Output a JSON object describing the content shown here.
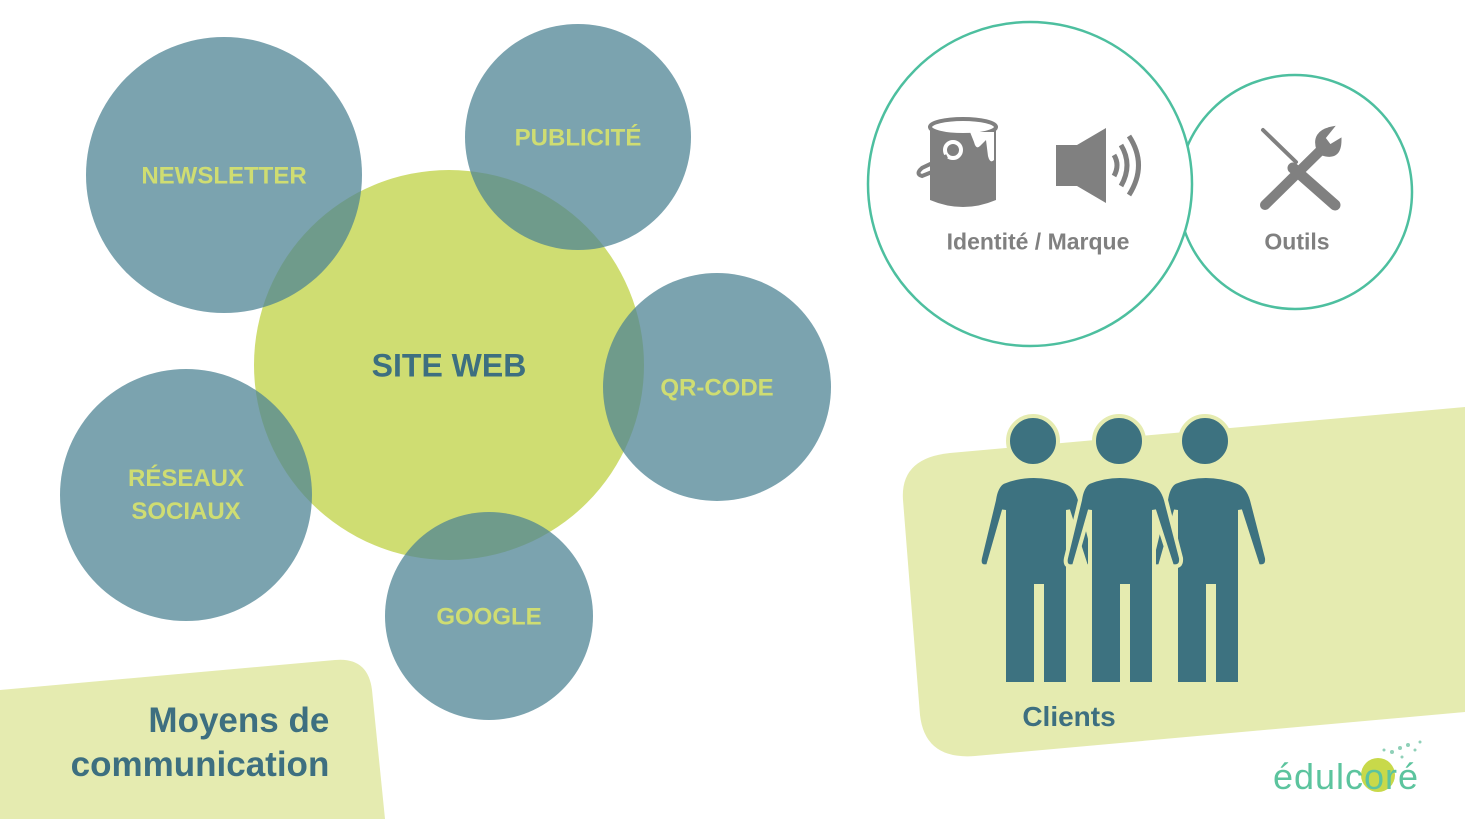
{
  "colors": {
    "bubble": "#4f8494",
    "center": "#cfdd72",
    "label": "#cfdd72",
    "title": "#3d6f80",
    "outline": "#4dbf9f",
    "band": "#e5ebb0",
    "icon": "#808080",
    "people": "#3d7280"
  },
  "bubbles": {
    "center": "SITE WEB",
    "newsletter": "NEWSLETTER",
    "publicite": "PUBLICITÉ",
    "qrcode": "QR-CODE",
    "reseaux_line1": "RÉSEAUX",
    "reseaux_line2": "SOCIAUX",
    "google": "GOOGLE"
  },
  "title": {
    "line1": "Moyens de",
    "line2": "communication"
  },
  "topright": {
    "identity": "Identité / Marque",
    "tools": "Outils",
    "icons": [
      "paint-bucket-icon",
      "speaker-icon",
      "tools-icon"
    ]
  },
  "clients": {
    "label": "Clients",
    "icon": "people-icon"
  },
  "logo": {
    "text": "édulcoré"
  }
}
